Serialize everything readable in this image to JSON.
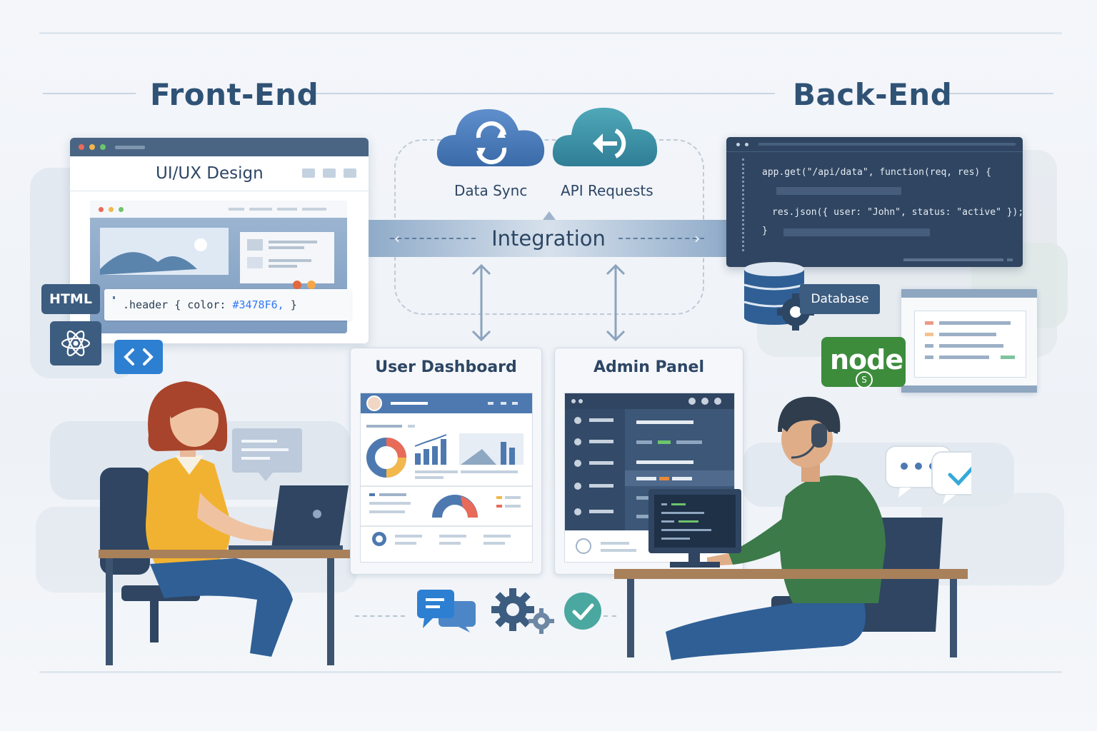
{
  "headings": {
    "front_end": "Front-End",
    "back_end": "Back-End"
  },
  "frontend": {
    "window_title": "UI/UX Design",
    "css_code": {
      "selector": ".header",
      "open": "{",
      "property": "color:",
      "value": "#3478F6,",
      "close": "}"
    },
    "badges": {
      "html": "HTML"
    }
  },
  "integration": {
    "label": "Integration",
    "data_sync": "Data Sync",
    "api_requests": "API Requests"
  },
  "backend": {
    "code_line1": "app.get(\"/api/data\", function(req, res) {",
    "code_line2": "res.json({ user: \"John\", status: \"active\" });",
    "code_line3": "}",
    "database_label": "Database",
    "node_logo": "node"
  },
  "panels": {
    "user_dashboard": "User Dashboard",
    "admin_panel": "Admin Panel"
  },
  "colors": {
    "brand_blue": "#3478F6",
    "dark_navy": "#2f4561",
    "accent_teal": "#4aa8a0",
    "node_green": "#3c8c3c"
  },
  "icons": [
    "refresh-cloud-icon",
    "api-cloud-icon",
    "react-icon",
    "code-icon",
    "database-icon",
    "gear-icon",
    "chat-icon",
    "check-icon"
  ]
}
